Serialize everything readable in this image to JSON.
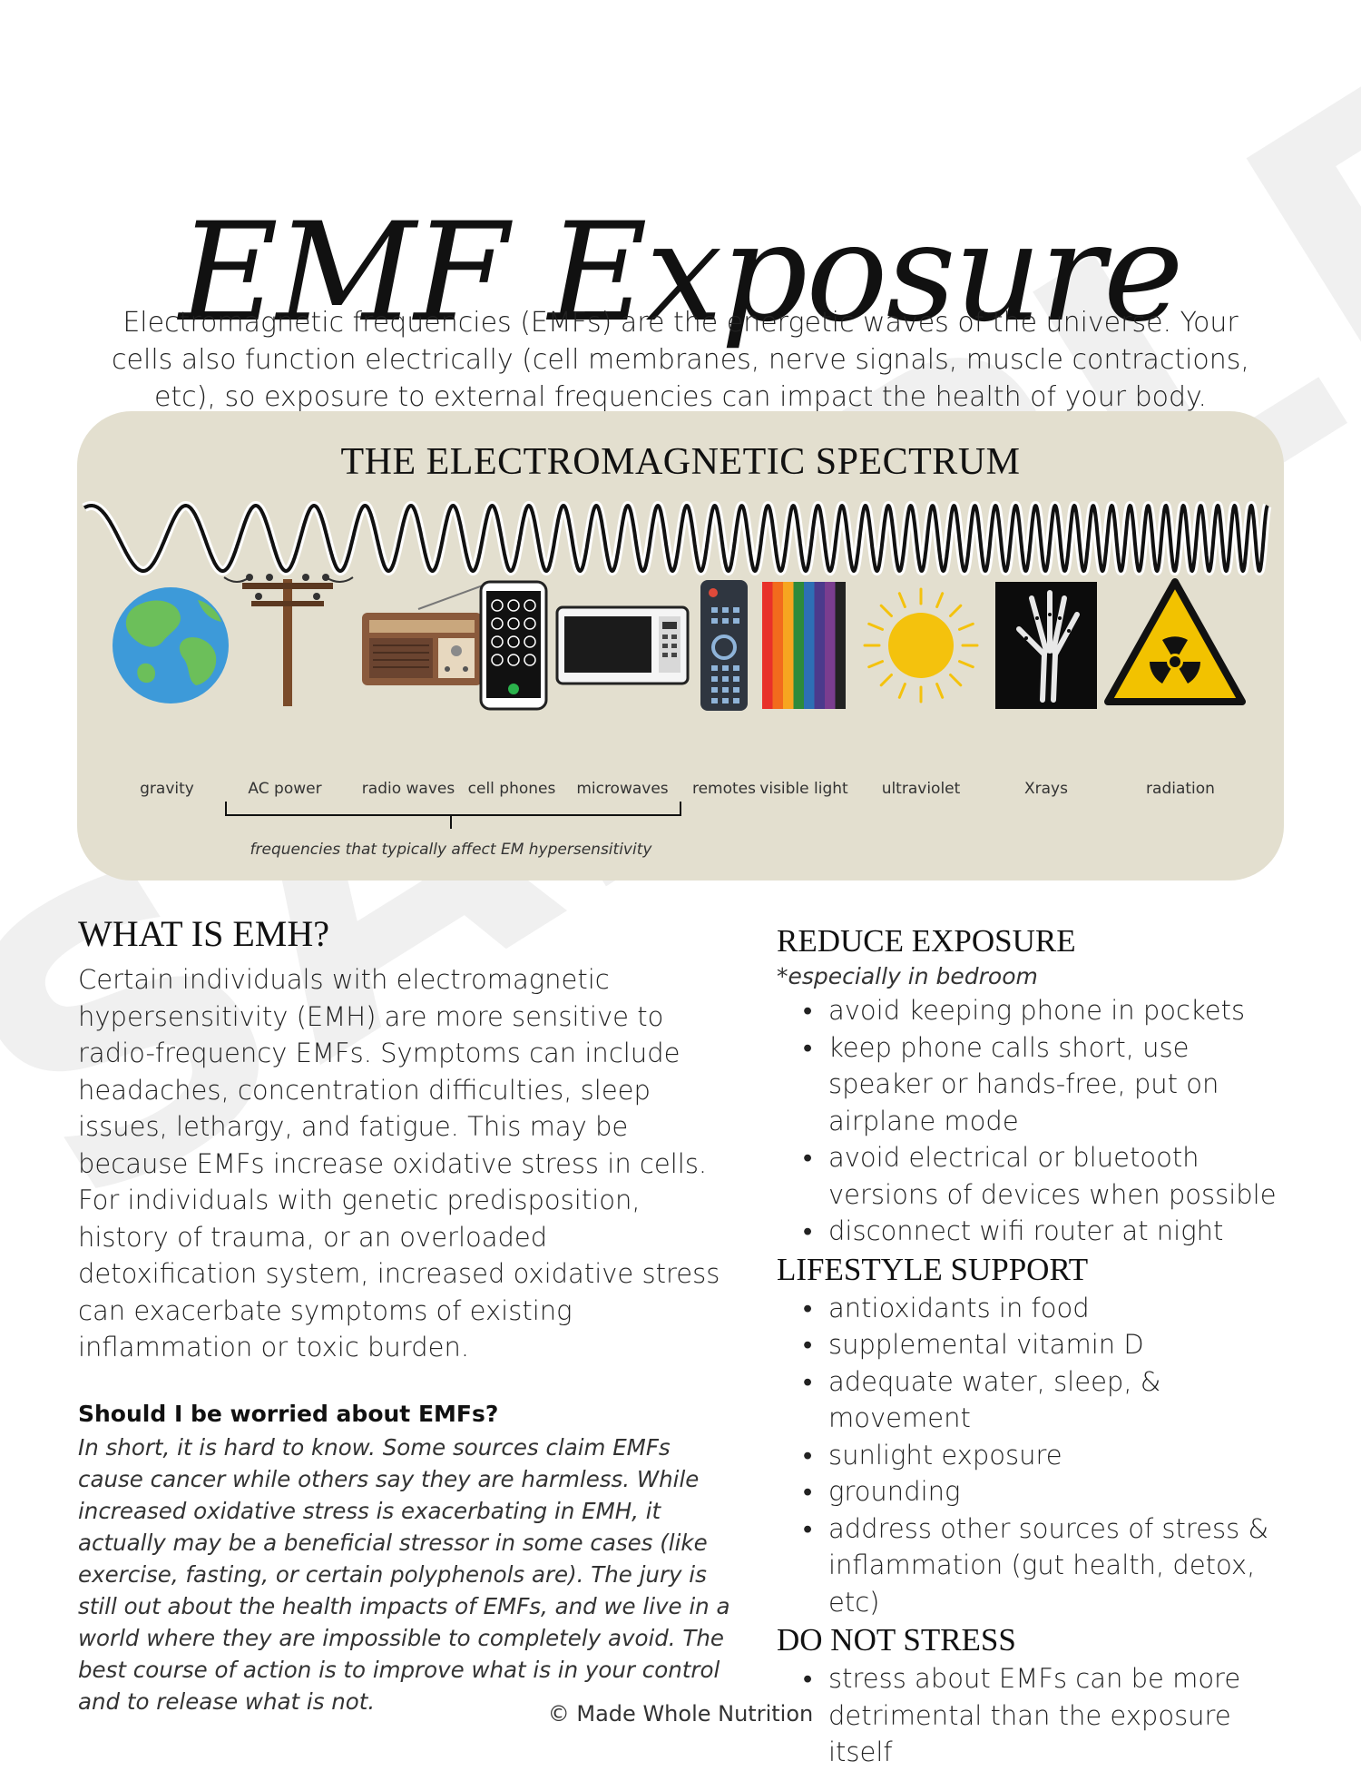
{
  "watermark": "SAMPLE",
  "title": "EMF Exposure",
  "intro": "Electromagnetic frequencies (EMFs) are the energetic waves of the universe. Your cells also function electrically (cell membranes, nerve signals, muscle contractions, etc), so exposure to external frequencies can impact the health of your body.",
  "spectrum": {
    "title": "THE ELECTROMAGNETIC SPECTRUM",
    "items": [
      {
        "label": "gravity",
        "icon": "earth-icon"
      },
      {
        "label": "AC power",
        "icon": "power-pole-icon"
      },
      {
        "label": "radio waves",
        "icon": "radio-icon"
      },
      {
        "label": "cell phones",
        "icon": "cell-phone-icon"
      },
      {
        "label": "microwaves",
        "icon": "microwave-icon"
      },
      {
        "label": "remotes",
        "icon": "remote-icon"
      },
      {
        "label": "visible light",
        "icon": "rainbow-bars-icon"
      },
      {
        "label": "ultraviolet",
        "icon": "sun-icon"
      },
      {
        "label": "Xrays",
        "icon": "xray-hand-icon"
      },
      {
        "label": "radiation",
        "icon": "radiation-warning-icon"
      }
    ],
    "bracket_note": "frequencies that typically affect EM hypersensitivity",
    "colors": {
      "panel": "#e3dfcf",
      "earth_ocean": "#3d9ad9",
      "earth_land": "#6cbf5a",
      "sun": "#f4c20d",
      "warning": "#f2c200"
    }
  },
  "emh": {
    "heading": "WHAT IS EMH?",
    "body": "Certain individuals with electromagnetic hypersensitivity (EMH) are more sensitive to radio-frequency EMFs. Symptoms can include headaches, concentration difficulties, sleep issues, lethargy, and fatigue. This may be because EMFs increase oxidative stress in cells. For individuals with genetic predisposition, history of trauma, or an overloaded detoxification system, increased oxidative stress can exacerbate symptoms of existing inflammation or toxic burden.",
    "question": "Should I be worried about EMFs?",
    "answer": "In short, it is hard to know. Some sources claim EMFs cause cancer while others say they are harmless. While increased oxidative stress is exacerbating in EMH, it actually may be a beneficial stressor in some cases (like exercise, fasting, or certain polyphenols are). The jury is still out about the health impacts of EMFs, and we live in a world where they are impossible to completely avoid. The best course of action is to improve what is in your control and to release what is not."
  },
  "reduce": {
    "heading": "REDUCE EXPOSURE",
    "note": "*especially in bedroom",
    "items": [
      "avoid keeping phone in pockets",
      "keep phone calls short, use speaker or hands-free, put on airplane mode",
      "avoid electrical or bluetooth versions of devices when possible",
      "disconnect wifi router at night"
    ]
  },
  "lifestyle": {
    "heading": "LIFESTYLE SUPPORT",
    "items": [
      "antioxidants in food",
      "supplemental vitamin D",
      "adequate water, sleep, & movement",
      "sunlight exposure",
      "grounding",
      "address other sources of stress & inflammation (gut health, detox, etc)"
    ]
  },
  "stress": {
    "heading": "DO NOT STRESS",
    "items": [
      "stress about EMFs can be more detrimental than the exposure itself"
    ]
  },
  "footer": "© Made Whole Nutrition"
}
